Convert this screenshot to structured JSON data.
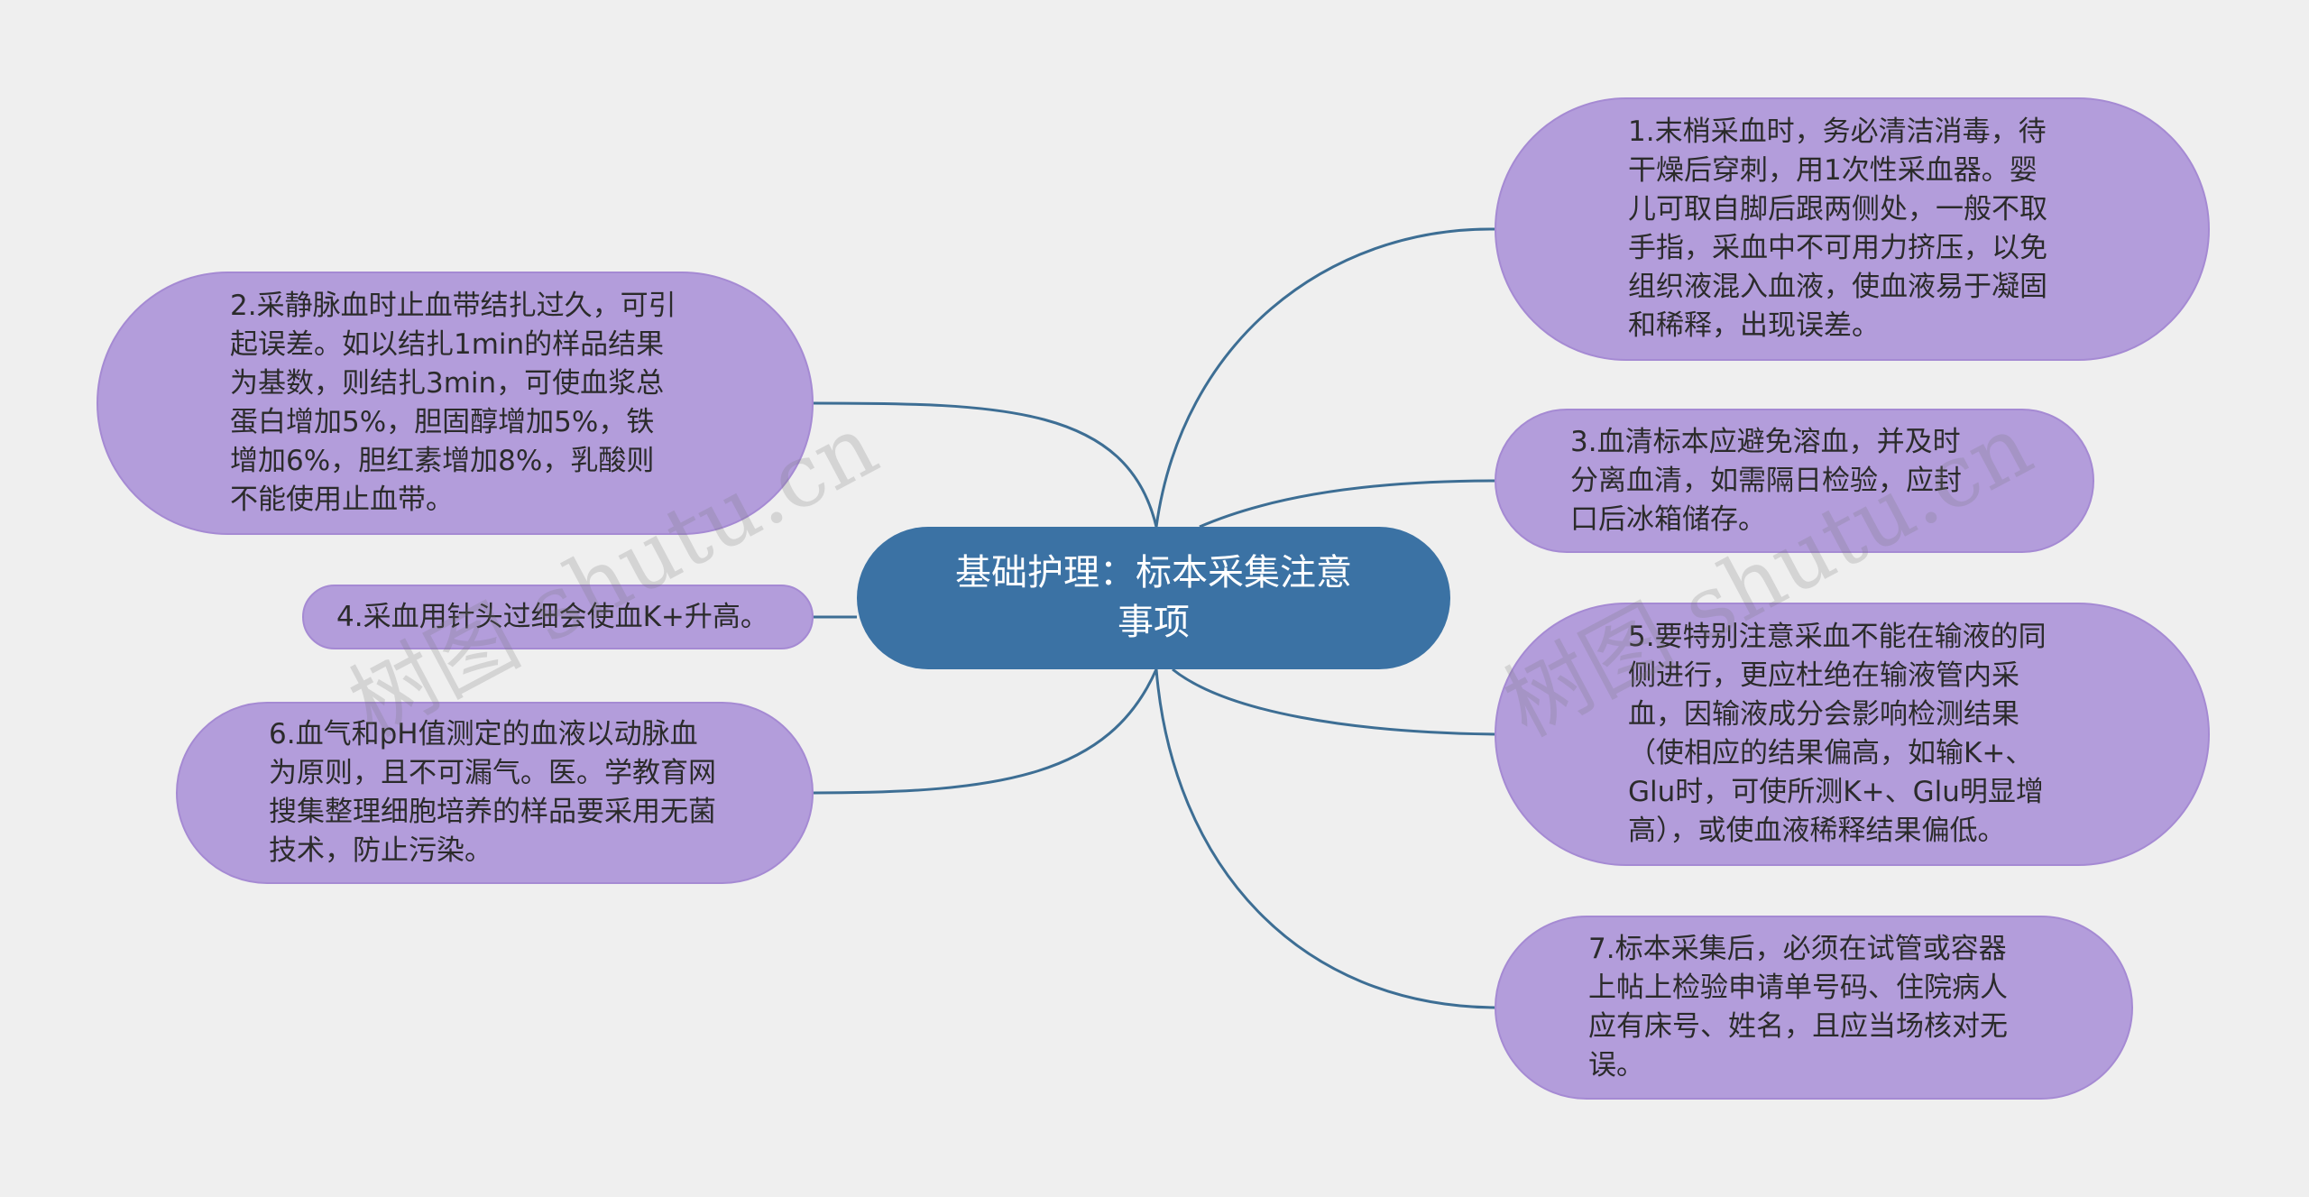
{
  "center": {
    "label": "基础护理：标本采集注意事项"
  },
  "nodes": [
    {
      "id": "n1",
      "text": "1.末梢采血时，务必清洁消毒，待干燥后穿刺，用1次性采血器。婴儿可取自脚后跟两侧处，一般不取手指，采血中不可用力挤压，以免组织液混入血液，使血液易于凝固和稀释，出现误差。"
    },
    {
      "id": "n2",
      "text": "2.采静脉血时止血带结扎过久，可引起误差。如以结扎1min的样品结果为基数，则结扎3min，可使血浆总蛋白增加5%，胆固醇增加5%，铁增加6%，胆红素增加8%，乳酸则不能使用止血带。"
    },
    {
      "id": "n3",
      "text": "3.血清标本应避免溶血，并及时分离血清，如需隔日检验，应封口后冰箱储存。"
    },
    {
      "id": "n4",
      "text": "4.采血用针头过细会使血K+升高。"
    },
    {
      "id": "n5",
      "text": "5.要特别注意采血不能在输液的同侧进行，更应杜绝在输液管内采血，因输液成分会影响检测结果（使相应的结果偏高，如输K+、Glu时，可使所测K+、Glu明显增高），或使血液稀释结果偏低。"
    },
    {
      "id": "n6",
      "text": "6.血气和pH值测定的血液以动脉血为原则，且不可漏气。医。学教育网搜集整理细胞培养的样品要采用无菌技术，防止污染。"
    },
    {
      "id": "n7",
      "text": "7.标本采集后，必须在试管或容器上帖上检验申请单号码、住院病人应有床号、姓名，且应当场核对无误。"
    }
  ],
  "watermark": {
    "text": "树图 shutu.cn"
  },
  "colors": {
    "background": "#efefef",
    "center_fill": "#3b72a4",
    "node_fill": "#b39ddb",
    "connector": "#3d6e94"
  }
}
